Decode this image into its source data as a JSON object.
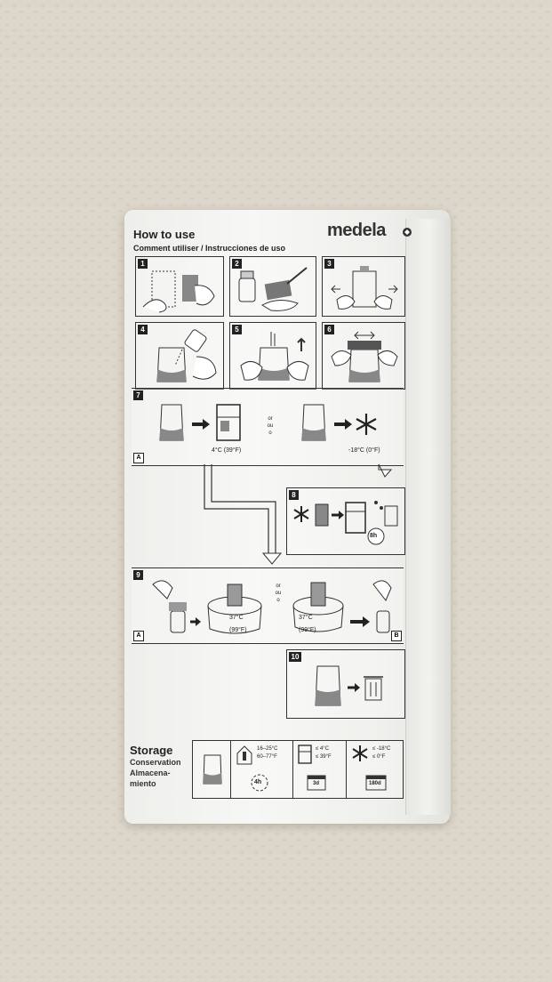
{
  "instructions": {
    "heading": "How to use",
    "subheading": "Comment utiliser / Instrucciones de uso",
    "brand": "medela",
    "steps": [
      "1",
      "2",
      "3",
      "4",
      "5",
      "6",
      "7",
      "8",
      "9",
      "10"
    ],
    "option_a": "A",
    "option_b": "B",
    "or_labels": [
      "or",
      "ou",
      "o"
    ],
    "fridge_temp": "4°C (39°F)",
    "freezer_temp": "-18°C (0°F)",
    "thaw_time": "8h",
    "warm_temp_c": "37°C",
    "warm_temp_f": "(99°F)"
  },
  "storage": {
    "heading": "Storage",
    "label_fr": "Conservation",
    "label_es_1": "Almacena-",
    "label_es_2": "miento",
    "room_temp_c": "16–25°C",
    "room_temp_f": "60–77°F",
    "room_duration": "4h",
    "fridge_temp_c": "≤ 4°C",
    "fridge_temp_f": "≤ 39°F",
    "fridge_duration": "3d",
    "freezer_temp_c": "≤ -18°C",
    "freezer_temp_f": "≤ 0°F",
    "freezer_duration": "180d"
  }
}
